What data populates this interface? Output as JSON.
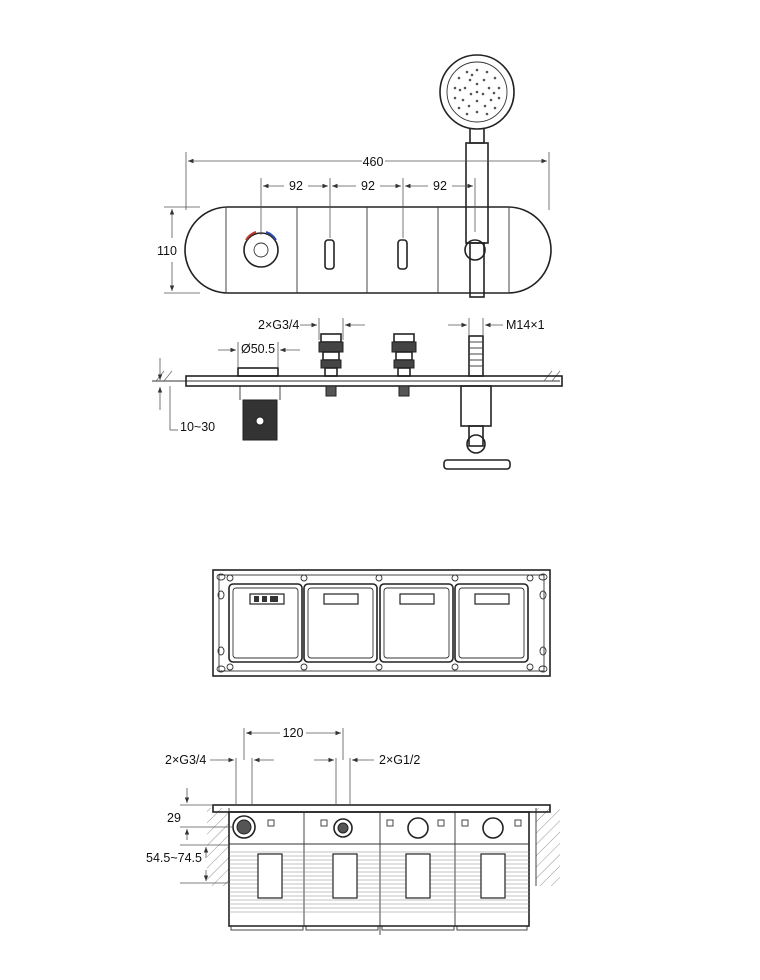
{
  "front_view": {
    "overall_width": "460",
    "height": "110",
    "spacing_1": "92",
    "spacing_2": "92",
    "spacing_3": "92"
  },
  "side_view": {
    "outlet_thread": "2×G3/4",
    "hose_thread": "M14×1",
    "diameter": "Ø50.5",
    "wall_range": "10~30"
  },
  "section_view": {
    "spacing": "120",
    "inlet_thread": "2×G3/4",
    "outlet_thread": "2×G1/2",
    "top_height": "29",
    "depth_range": "54.5~74.5"
  }
}
